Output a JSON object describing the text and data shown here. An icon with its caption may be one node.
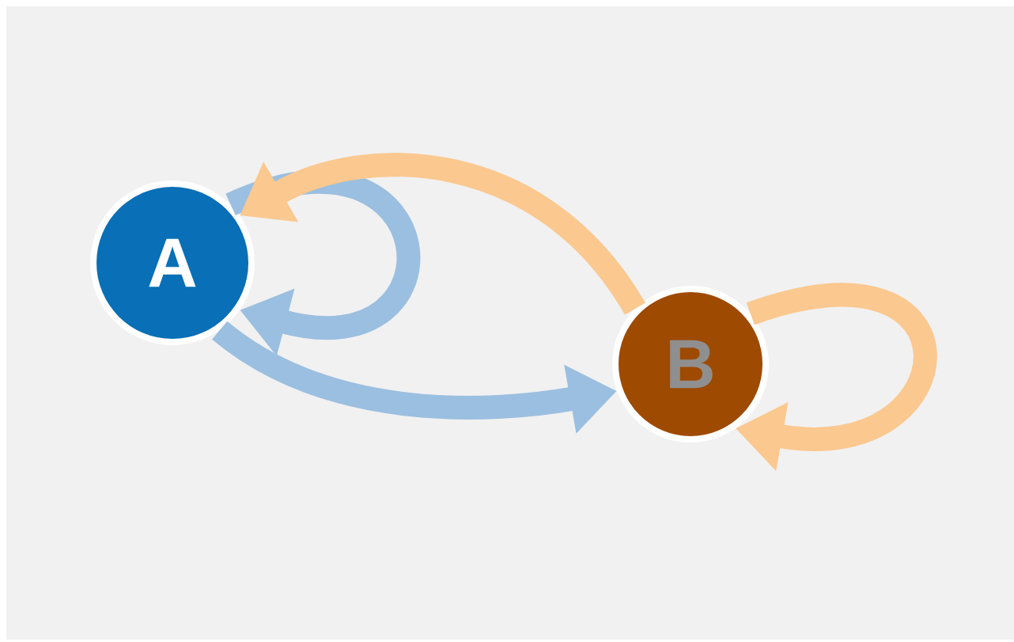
{
  "diagram": {
    "nodes": [
      {
        "text": [
          "A"
        ]
      },
      {
        "text": [
          "B"
        ]
      }
    ],
    "edges": [
      {
        "from": 0,
        "to": 0,
        "arrow": "to",
        "color": "#9bbfe0"
      },
      {
        "from": 0,
        "to": 1,
        "arrow": "to",
        "color": "#9bbfe0"
      },
      {
        "from": 1,
        "to": 0,
        "arrow": "to",
        "color": "#fbc88f"
      },
      {
        "from": 1,
        "to": 1,
        "arrow": "to",
        "color": "#fbc88f"
      }
    ]
  }
}
